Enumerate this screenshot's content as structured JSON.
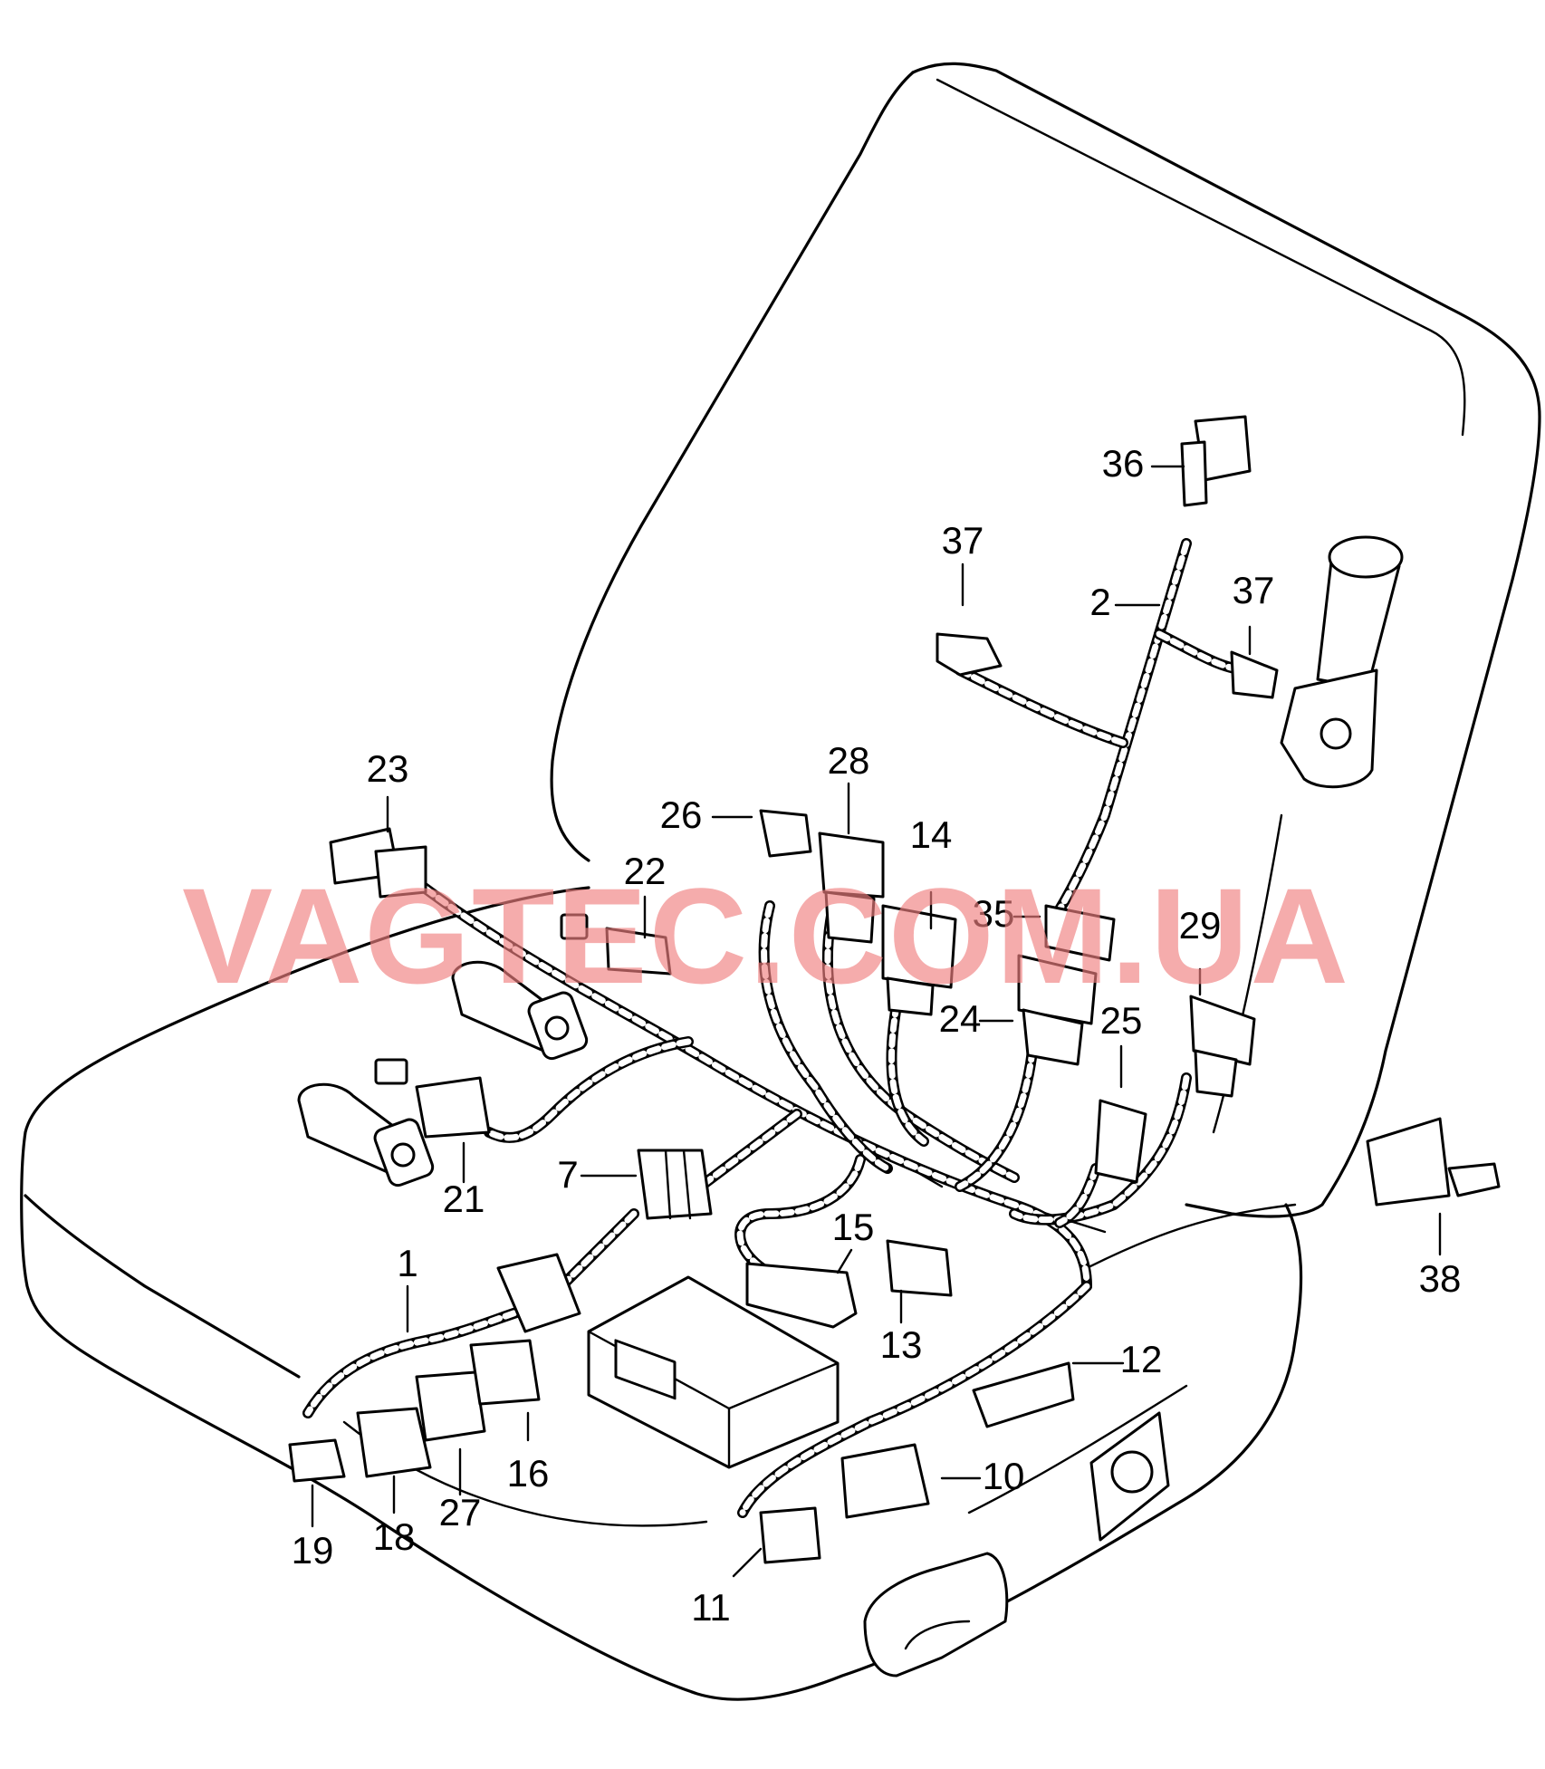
{
  "watermark": "VAGTEC.COM.UA",
  "callouts": [
    {
      "id": "c36",
      "text": "36"
    },
    {
      "id": "c37a",
      "text": "37"
    },
    {
      "id": "c2",
      "text": "2"
    },
    {
      "id": "c37b",
      "text": "37"
    },
    {
      "id": "c23",
      "text": "23"
    },
    {
      "id": "c28",
      "text": "28"
    },
    {
      "id": "c26",
      "text": "26"
    },
    {
      "id": "c14",
      "text": "14"
    },
    {
      "id": "c22",
      "text": "22"
    },
    {
      "id": "c35",
      "text": "35"
    },
    {
      "id": "c29",
      "text": "29"
    },
    {
      "id": "c24",
      "text": "24"
    },
    {
      "id": "c25",
      "text": "25"
    },
    {
      "id": "c7",
      "text": "7"
    },
    {
      "id": "c21",
      "text": "21"
    },
    {
      "id": "c15",
      "text": "15"
    },
    {
      "id": "c38",
      "text": "38"
    },
    {
      "id": "c1",
      "text": "1"
    },
    {
      "id": "c13",
      "text": "13"
    },
    {
      "id": "c12",
      "text": "12"
    },
    {
      "id": "c16",
      "text": "16"
    },
    {
      "id": "c10",
      "text": "10"
    },
    {
      "id": "c27",
      "text": "27"
    },
    {
      "id": "c18",
      "text": "18"
    },
    {
      "id": "c19",
      "text": "19"
    },
    {
      "id": "c11",
      "text": "11"
    }
  ]
}
